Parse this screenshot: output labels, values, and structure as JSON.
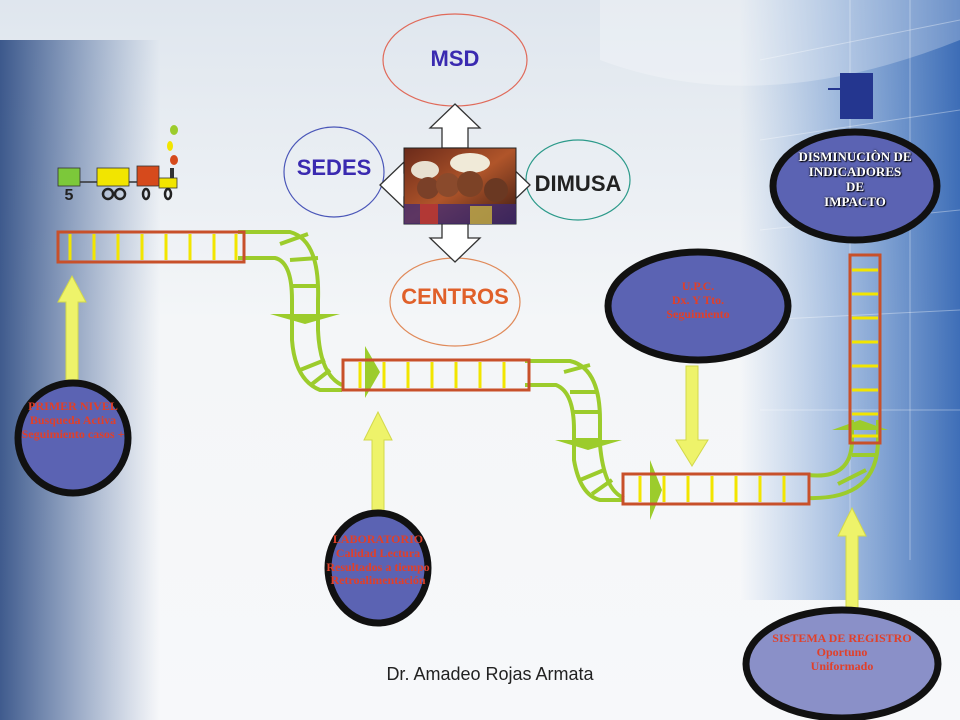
{
  "top_nodes": {
    "msd": "MSD",
    "sedes": "SEDES",
    "dimusa": "DIMUSA",
    "centros": "CENTROS"
  },
  "train_label": "5",
  "primer_nivel": {
    "title": "PRIMER NIVEL",
    "line1": "Busqueda Activa",
    "line2": "Seguimiento casos +"
  },
  "laboratorio": {
    "title": "LABORATORIO",
    "line1": "Calidad Lectura",
    "line2": "Resultados a tiempo",
    "line3": "Retroalimentación"
  },
  "upc": {
    "title": "U.P.C.",
    "line1": "Dx. Y Tto.",
    "line2": "Seguimiento"
  },
  "disminucion": {
    "line1": "DISMINUCIÒN DE",
    "line2": "INDICADORES",
    "line3": "DE",
    "line4": "IMPACTO"
  },
  "sistema": {
    "title": "SISTEMA DE REGISTRO",
    "line1": "Oportuno",
    "line2": "Uniformado"
  },
  "footer": "Dr. Amadeo Rojas Armata",
  "colors": {
    "pipe": "#9ccc2c",
    "rail": "#c8502a",
    "rail_tie": "#f2e500",
    "ellipse_fill": "#5b63b3",
    "ellipse_ring": "#111111",
    "arrow_yellow": "#eef36a",
    "top_blue_box": "#24368f"
  }
}
